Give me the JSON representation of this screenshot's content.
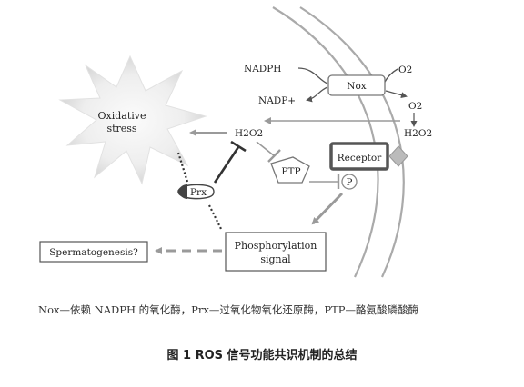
{
  "diagram": {
    "oxidative_stress": [
      "Oxidative",
      "stress"
    ],
    "h2o2_center": "H2O2",
    "nadph": "NADPH",
    "nadp": "NADP+",
    "o2_top": "O2",
    "nox": "Nox",
    "o2_right": "O2",
    "h2o2_right": "H2O2",
    "ptp": "PTP",
    "receptor": "Receptor",
    "p_marker": "P",
    "prx": "Prx",
    "spermatogenesis": "Spermatogenesis?",
    "phosphorylation": [
      "Phosphorylation",
      "signal"
    ]
  },
  "legend_text": "Nox—依赖 NADPH 的氧化酶，Prx—过氧化物氧化还原酶，PTP—酪氨酸磷酸酶",
  "figure_title": "图 1   ROS 信号功能共识机制的总结",
  "colors": {
    "arrow_gray": "#9a9a9a",
    "dark": "#333333",
    "receptor_border": "#555555"
  }
}
